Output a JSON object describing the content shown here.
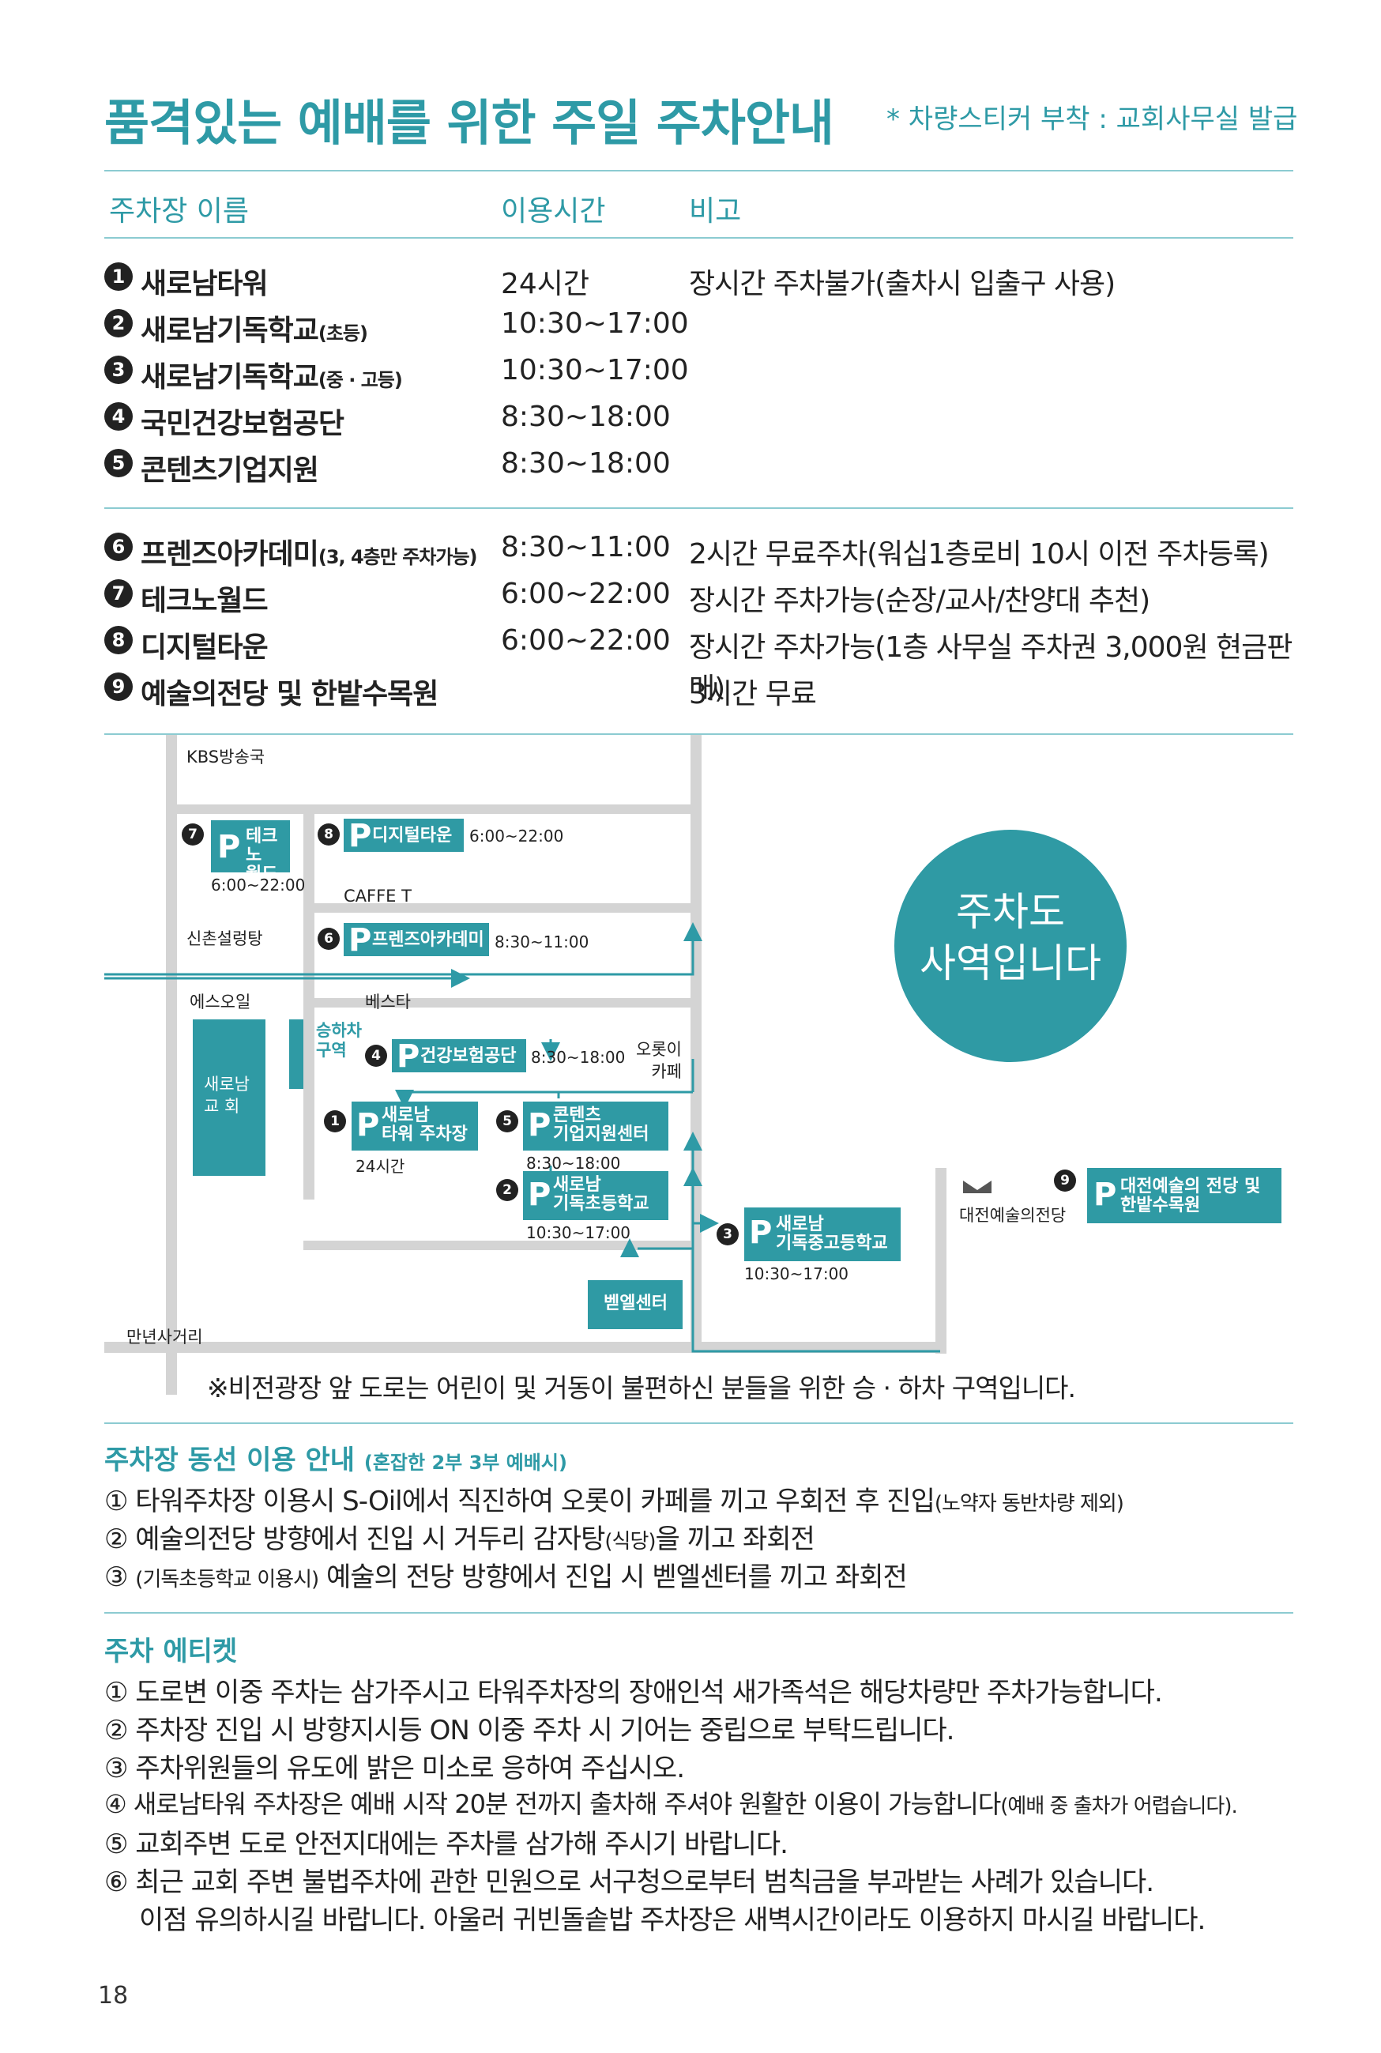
{
  "header": {
    "title": "품격있는 예배를 위한 주일 주차안내",
    "note": "* 차량스티커 부착 : 교회사무실 발급"
  },
  "table": {
    "columns": [
      "주차장 이름",
      "이용시간",
      "비고"
    ],
    "group1": [
      {
        "num": "1",
        "name": "새로남타워",
        "name_small": "",
        "time": "24시간",
        "note": "장시간 주차불가(출차시 입출구 사용)",
        "note_small": ""
      },
      {
        "num": "2",
        "name": "새로남기독학교",
        "name_small": "(초등)",
        "time": "10:30~17:00",
        "note": "",
        "note_small": ""
      },
      {
        "num": "3",
        "name": "새로남기독학교",
        "name_small": "(중 · 고등)",
        "time": "10:30~17:00",
        "note": "",
        "note_small": ""
      },
      {
        "num": "4",
        "name": "국민건강보험공단",
        "name_small": "",
        "time": "8:30~18:00",
        "note": "",
        "note_small": ""
      },
      {
        "num": "5",
        "name": "콘텐츠기업지원",
        "name_small": "",
        "time": "8:30~18:00",
        "note": "",
        "note_small": ""
      }
    ],
    "group2": [
      {
        "num": "6",
        "name": "프렌즈아카데미",
        "name_small": "(3, 4층만 주차가능)",
        "time": "8:30~11:00",
        "note": "2시간 무료주차(워십1층로비 10시 이전 주차등록)",
        "note_small": ""
      },
      {
        "num": "7",
        "name": "테크노월드",
        "name_small": "",
        "time": "6:00~22:00",
        "note": "장시간 주차가능(순장/교사/찬양대 추천)",
        "note_small": ""
      },
      {
        "num": "8",
        "name": "디지털타운",
        "name_small": "",
        "time": "6:00~22:00",
        "note": "장시간 주차가능(1층 사무실 주차권 3,000원 현금판매)",
        "note_small": ""
      },
      {
        "num": "9",
        "name": "예술의전당 및 한밭수목원",
        "name_small": "",
        "time": "",
        "note": "3시간 무료",
        "note_small": ""
      }
    ]
  },
  "map": {
    "labels": {
      "kbs": "KBS방송국",
      "shinchon": "신촌설렁탕",
      "esoil": "에스오일",
      "besta": "베스타",
      "caffe": "CAFFE T",
      "lotte": "오롯이\n카페",
      "manyeon": "만년사거리",
      "bethel": "벧엘센터",
      "church": "새로남\n교 회",
      "dropoff": "승하차\n구역",
      "arts_hall": "대전예술의전당",
      "region_note": "주차도\n사역입니다",
      "footnote": "※비전광장 앞 도로는 어린이 및 거동이 불편하신 분들을 위한 승 · 하차 구역입니다."
    },
    "lots": [
      {
        "num": "7",
        "name": "테크노\n월드",
        "time": "6:00~22:00"
      },
      {
        "num": "8",
        "name": "디지털타운",
        "time": "6:00~22:00"
      },
      {
        "num": "6",
        "name": "프렌즈아카데미",
        "time": "8:30~11:00"
      },
      {
        "num": "4",
        "name": "건강보험공단",
        "time": "8:30~18:00"
      },
      {
        "num": "1",
        "name": "새로남\n타워 주차장",
        "time": "24시간"
      },
      {
        "num": "5",
        "name": "콘텐츠\n기업지원센터",
        "time": "8:30~18:00"
      },
      {
        "num": "2",
        "name": "새로남\n기독초등학교",
        "time": "10:30~17:00"
      },
      {
        "num": "3",
        "name": "새로남\n기독중고등학교",
        "time": "10:30~17:00"
      },
      {
        "num": "9",
        "name": "대전예술의 전당 및\n한밭수목원",
        "time": ""
      }
    ],
    "p_mark": "P"
  },
  "flow": {
    "title": "주차장 동선 이용 안내",
    "title_small": "(혼잡한 2부 3부 예배시)",
    "items": [
      {
        "text": "① 타워주차장 이용시 S-Oil에서 직진하여 오롯이 카페를 끼고 우회전 후 진입",
        "small": "(노약자 동반차량 제외)"
      },
      {
        "text": "② 예술의전당 방향에서 진입 시 거두리 감자탕",
        "small": "(식당)",
        "tail": "을 끼고 좌회전"
      },
      {
        "text": "③ ",
        "small": "(기독초등학교 이용시)",
        "tail": " 예술의 전당 방향에서 진입 시 벧엘센터를 끼고 좌회전"
      }
    ]
  },
  "etiquette": {
    "title": "주차 에티켓",
    "items": [
      "① 도로변 이중 주차는 삼가주시고 타워주차장의 장애인석 새가족석은 해당차량만 주차가능합니다.",
      "② 주차장 진입 시 방향지시등 ON 이중 주차 시 기어는 중립으로 부탁드립니다.",
      "③ 주차위원들의 유도에 밝은 미소로 응하여 주십시오.",
      "⑤ 교회주변 도로 안전지대에는 주차를 삼가해 주시기 바랍니다.",
      "⑥ 최근 교회 주변 불법주차에 관한 민원으로 서구청으로부터 범칙금을 부과받는 사례가 있습니다.",
      "이점 유의하시길 바랍니다. 아울러 귀빈돌솥밥 주차장은 새벽시간이라도 이용하지 마시길 바랍니다."
    ],
    "item4": "④ 새로남타워 주차장은 예배 시작 20분 전까지 출차해 주셔야 원활한 이용이 가능합니다",
    "item4_small": "(예배 중 출차가 어렵습니다)."
  },
  "page_number": "18",
  "colors": {
    "accent": "#2e9aa6",
    "road": "#d4d4d4",
    "lot": "#2f9aa4"
  }
}
